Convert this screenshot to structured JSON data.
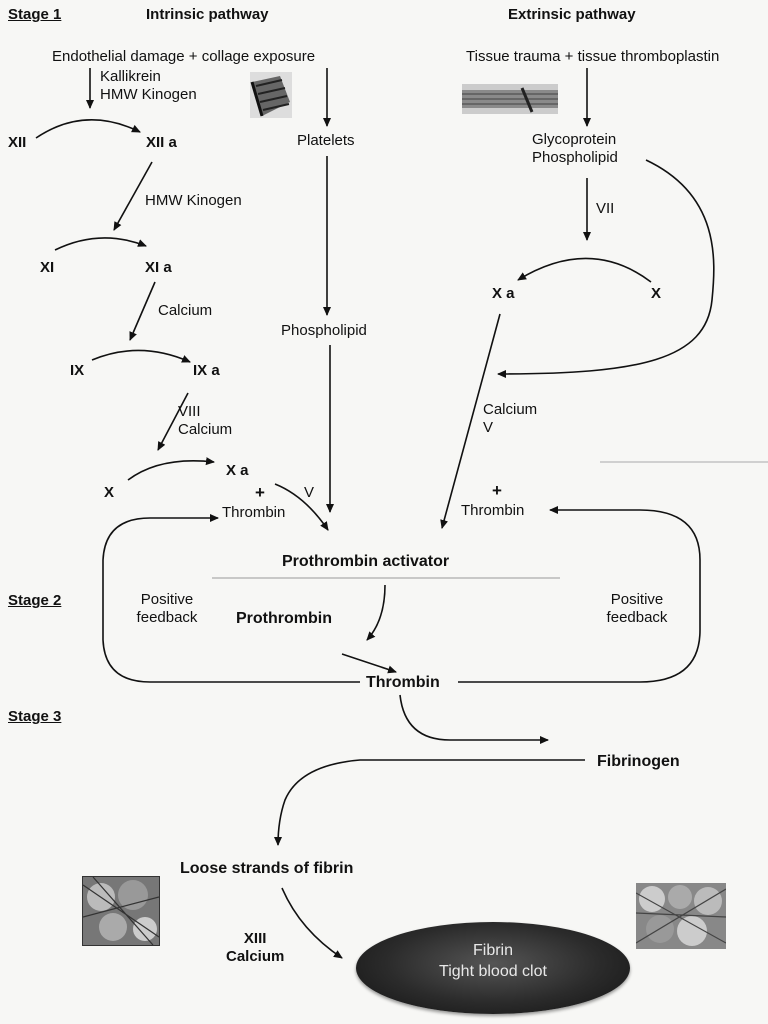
{
  "headers": {
    "stage1": "Stage 1",
    "stage2": "Stage 2",
    "stage3": "Stage 3",
    "intrinsic": "Intrinsic pathway",
    "extrinsic": "Extrinsic pathway"
  },
  "intrinsic": {
    "trigger": "Endothelial damage + collage exposure",
    "cofactor_top": "Kallikrein\nHMW Kinogen",
    "xii": "XII",
    "xiia": "XII a",
    "hmw": "HMW Kinogen",
    "xi": "XI",
    "xia": "XI a",
    "calcium1": "Calcium",
    "ix": "IX",
    "ixa": "IX a",
    "viii_calcium": "VIII\nCalcium",
    "x": "X",
    "xa": "X a",
    "plus": "+",
    "thrombin": "Thrombin",
    "v": "V",
    "platelets": "Platelets",
    "phospholipid": "Phospholipid"
  },
  "extrinsic": {
    "trigger": "Tissue trauma + tissue thromboplastin",
    "glyco": "Glycoprotein\nPhospholipid",
    "vii": "VII",
    "xa": "X a",
    "x": "X",
    "calcium_v": "Calcium\nV",
    "plus": "+",
    "thrombin": "Thrombin"
  },
  "stage2": {
    "activator": "Prothrombin activator",
    "prothrombin": "Prothrombin",
    "thrombin": "Thrombin",
    "feedback_left": "Positive\nfeedback",
    "feedback_right": "Positive\nfeedback"
  },
  "stage3": {
    "fibrinogen": "Fibrinogen",
    "loose": "Loose strands of  fibrin",
    "xiii_calcium": "XIII\nCalcium",
    "clot": "Fibrin\nTight blood clot"
  }
}
